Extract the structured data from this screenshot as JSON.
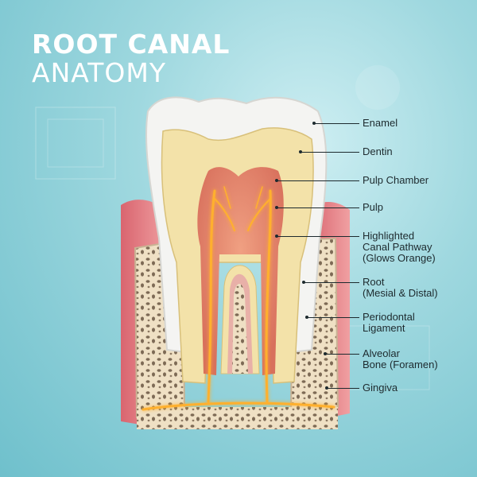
{
  "title": {
    "line1": "ROOT CANAL",
    "line2": "ANATOMY"
  },
  "labels": [
    {
      "id": "enamel",
      "lines": [
        "Enamel"
      ]
    },
    {
      "id": "dentin",
      "lines": [
        "Dentin"
      ]
    },
    {
      "id": "pulp-chamber",
      "lines": [
        "Pulp Chamber"
      ]
    },
    {
      "id": "pulp",
      "lines": [
        "Pulp"
      ]
    },
    {
      "id": "canal",
      "lines": [
        "Highlighted",
        "Canal Pathway",
        "(Glows Orange)"
      ]
    },
    {
      "id": "root",
      "lines": [
        "Root",
        "(Mesial & Distal)"
      ]
    },
    {
      "id": "pdl",
      "lines": [
        "Periodontal",
        "Ligament"
      ]
    },
    {
      "id": "alveolar",
      "lines": [
        "Alveolar",
        "Bone (Foramen)"
      ]
    },
    {
      "id": "gingiva",
      "lines": [
        "Gingiva"
      ]
    }
  ],
  "colors": {
    "enamel": "#f4f4f2",
    "dentin": "#f3e2a9",
    "pulp": "#e4866e",
    "canal": "#ff9a1e",
    "gingiva": "#e9878c",
    "bone": "#efe0c4"
  }
}
